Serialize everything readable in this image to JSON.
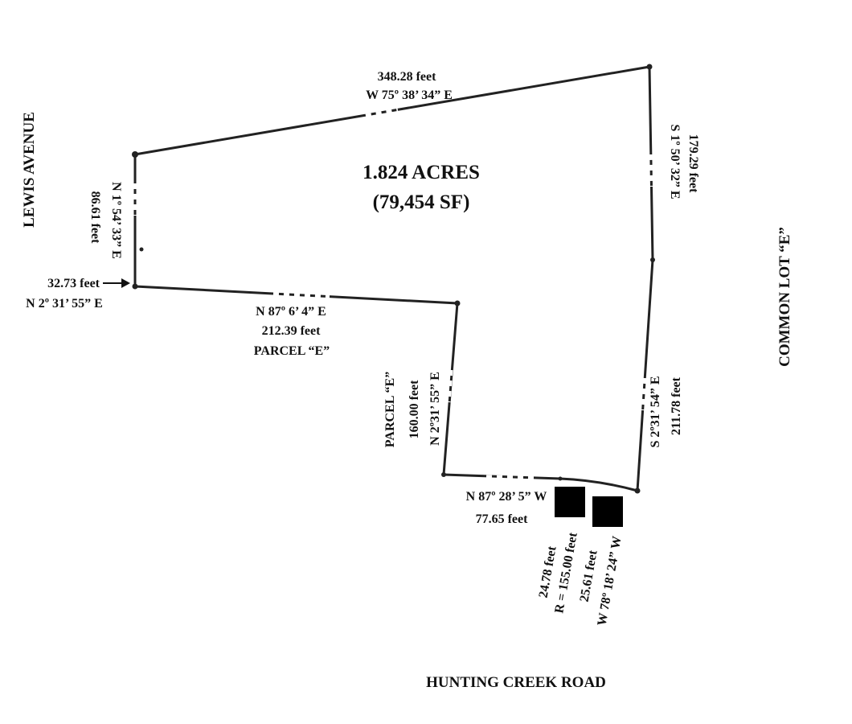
{
  "streets": {
    "lewis": "LEWIS AVENUE",
    "common_lot": "COMMON LOT “E”",
    "hunting_creek": "HUNTING CREEK ROAD"
  },
  "area": {
    "acres": "1.824 ACRES",
    "sf": "(79,454 SF)"
  },
  "calls": {
    "north_line": {
      "length": "348.28 feet",
      "bearing": "W 75º 38’ 34” E"
    },
    "east_line": {
      "length": "179.29 feet",
      "bearing": "S 1º 50’ 32” E"
    },
    "west_line": {
      "bearing": "N 1º 54’ 33” E",
      "length": "86.61 feet"
    },
    "west_short": {
      "length": "32.73 feet",
      "bearing": "N 2º 31’ 55” E"
    },
    "parcel_line_top": {
      "bearing": "N 87º 6’ 4” E",
      "length": "212.39 feet",
      "parcel": "PARCEL “E”"
    },
    "parcel_line_side": {
      "parcel": "PARCEL “E”",
      "length": "160.00 feet",
      "bearing": "N 2º31’ 55” E"
    },
    "east_lower": {
      "bearing": "S 2º31’ 54” E",
      "length": "211.78 feet"
    },
    "south_line": {
      "bearing": "N 87º 28’ 5” W",
      "length": "77.65 feet"
    },
    "curve": {
      "arc": "24.78 feet",
      "radius": "R = 155.00 feet",
      "chord": "25.61 feet",
      "chord_bearing": "W 78º 18’ 24” W"
    }
  }
}
